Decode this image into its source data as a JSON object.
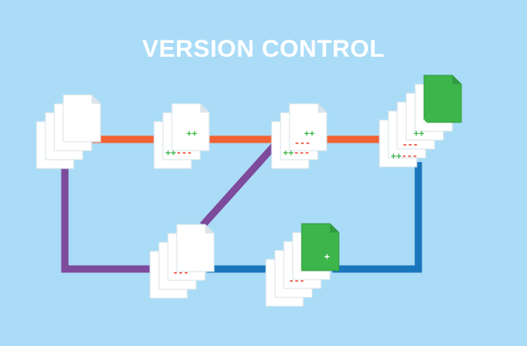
{
  "title": "VERSION CONTROL",
  "colors": {
    "background": "#aadcf7",
    "main_branch": "#f06233",
    "feature_branch": "#7d4a9c",
    "merge_branch": "#1a76bc",
    "new_file": "#3db54a",
    "plus": "#3db54a",
    "minus": "#e8402c"
  },
  "nodes": [
    {
      "id": "v1",
      "marks": []
    },
    {
      "id": "v2",
      "marks": [
        "++",
        "++---"
      ]
    },
    {
      "id": "v3",
      "marks": [
        "++",
        "---",
        "++---"
      ]
    },
    {
      "id": "v4",
      "marks": [
        "+",
        "++",
        "---",
        "++---"
      ],
      "new_files": 1
    },
    {
      "id": "b1",
      "marks": [
        "---"
      ]
    },
    {
      "id": "b2",
      "marks": [
        "+",
        "---"
      ],
      "new_files": 1
    }
  ]
}
